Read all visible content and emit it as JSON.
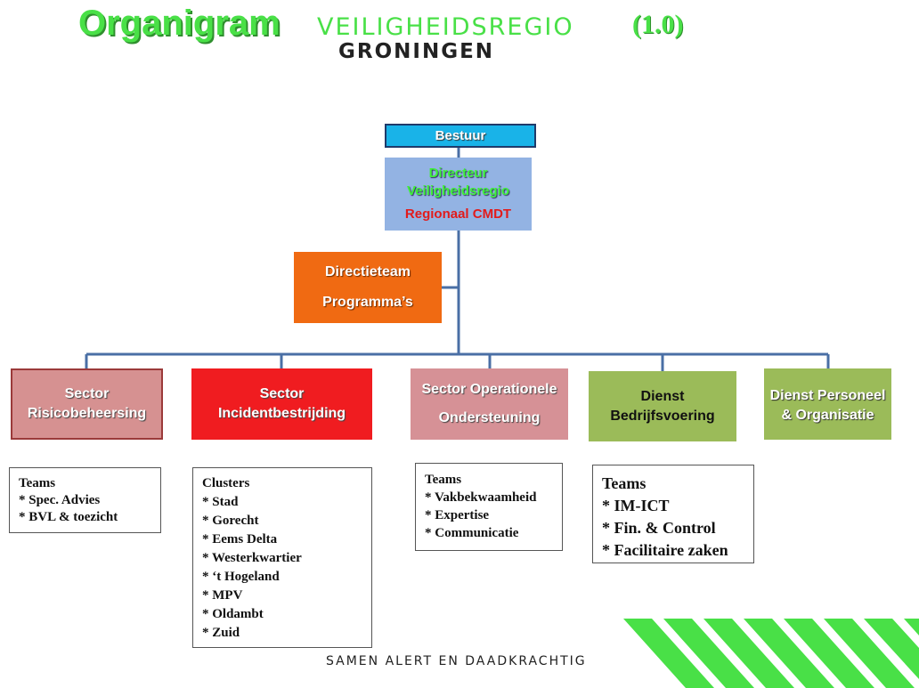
{
  "header": {
    "title_main": "Organigram",
    "title_org": "VEILIGHEIDSREGIO",
    "title_version": "(1.0)",
    "title_city": "GRONINGEN"
  },
  "top": {
    "bestuur": "Bestuur",
    "directeur_line1": "Directeur",
    "directeur_line2": "Veiligheidsregio",
    "directeur_line3": "Regionaal CMDT",
    "directieteam_line1": "Directieteam",
    "directieteam_line2": "Programma’s"
  },
  "sectors": [
    {
      "line1": "Sector",
      "line2": "Risicobeheersing"
    },
    {
      "line1": "Sector",
      "line2": "Incidentbestrijding"
    },
    {
      "line1": "Sector Operationele",
      "line2": "Ondersteuning"
    },
    {
      "line1": "Dienst",
      "line2": "Bedrijfsvoering"
    },
    {
      "line1": "Dienst Personeel",
      "line2": "& Organisatie"
    }
  ],
  "lists": [
    {
      "heading": "Teams",
      "items": [
        "* Spec. Advies",
        "* BVL & toezicht"
      ]
    },
    {
      "heading": "Clusters",
      "items": [
        "* Stad",
        "* Gorecht",
        "* Eems Delta",
        "* Westerkwartier",
        "* ‘t Hogeland",
        "* MPV",
        "* Oldambt",
        "* Zuid"
      ]
    },
    {
      "heading": "Teams",
      "items": [
        "* Vakbekwaamheid",
        "* Expertise",
        "* Communicatie"
      ]
    },
    {
      "heading": "Teams",
      "items": [
        "* IM-ICT",
        "* Fin. & Control",
        "* Facilitaire zaken"
      ]
    }
  ],
  "footer": {
    "slogan": "SAMEN ALERT EN DAADKRACHTIG"
  },
  "colors": {
    "title_green": "#49e047",
    "line_blue": "#4a6fa5",
    "bestuur_blue": "#19b3e8",
    "directeur_blue": "#93b3e3",
    "directieteam_orange": "#f06a12",
    "sector_pink": "#d69191",
    "sector_red": "#f01c20",
    "dienst_green": "#9bbb59",
    "stripe_green": "#49e047"
  }
}
